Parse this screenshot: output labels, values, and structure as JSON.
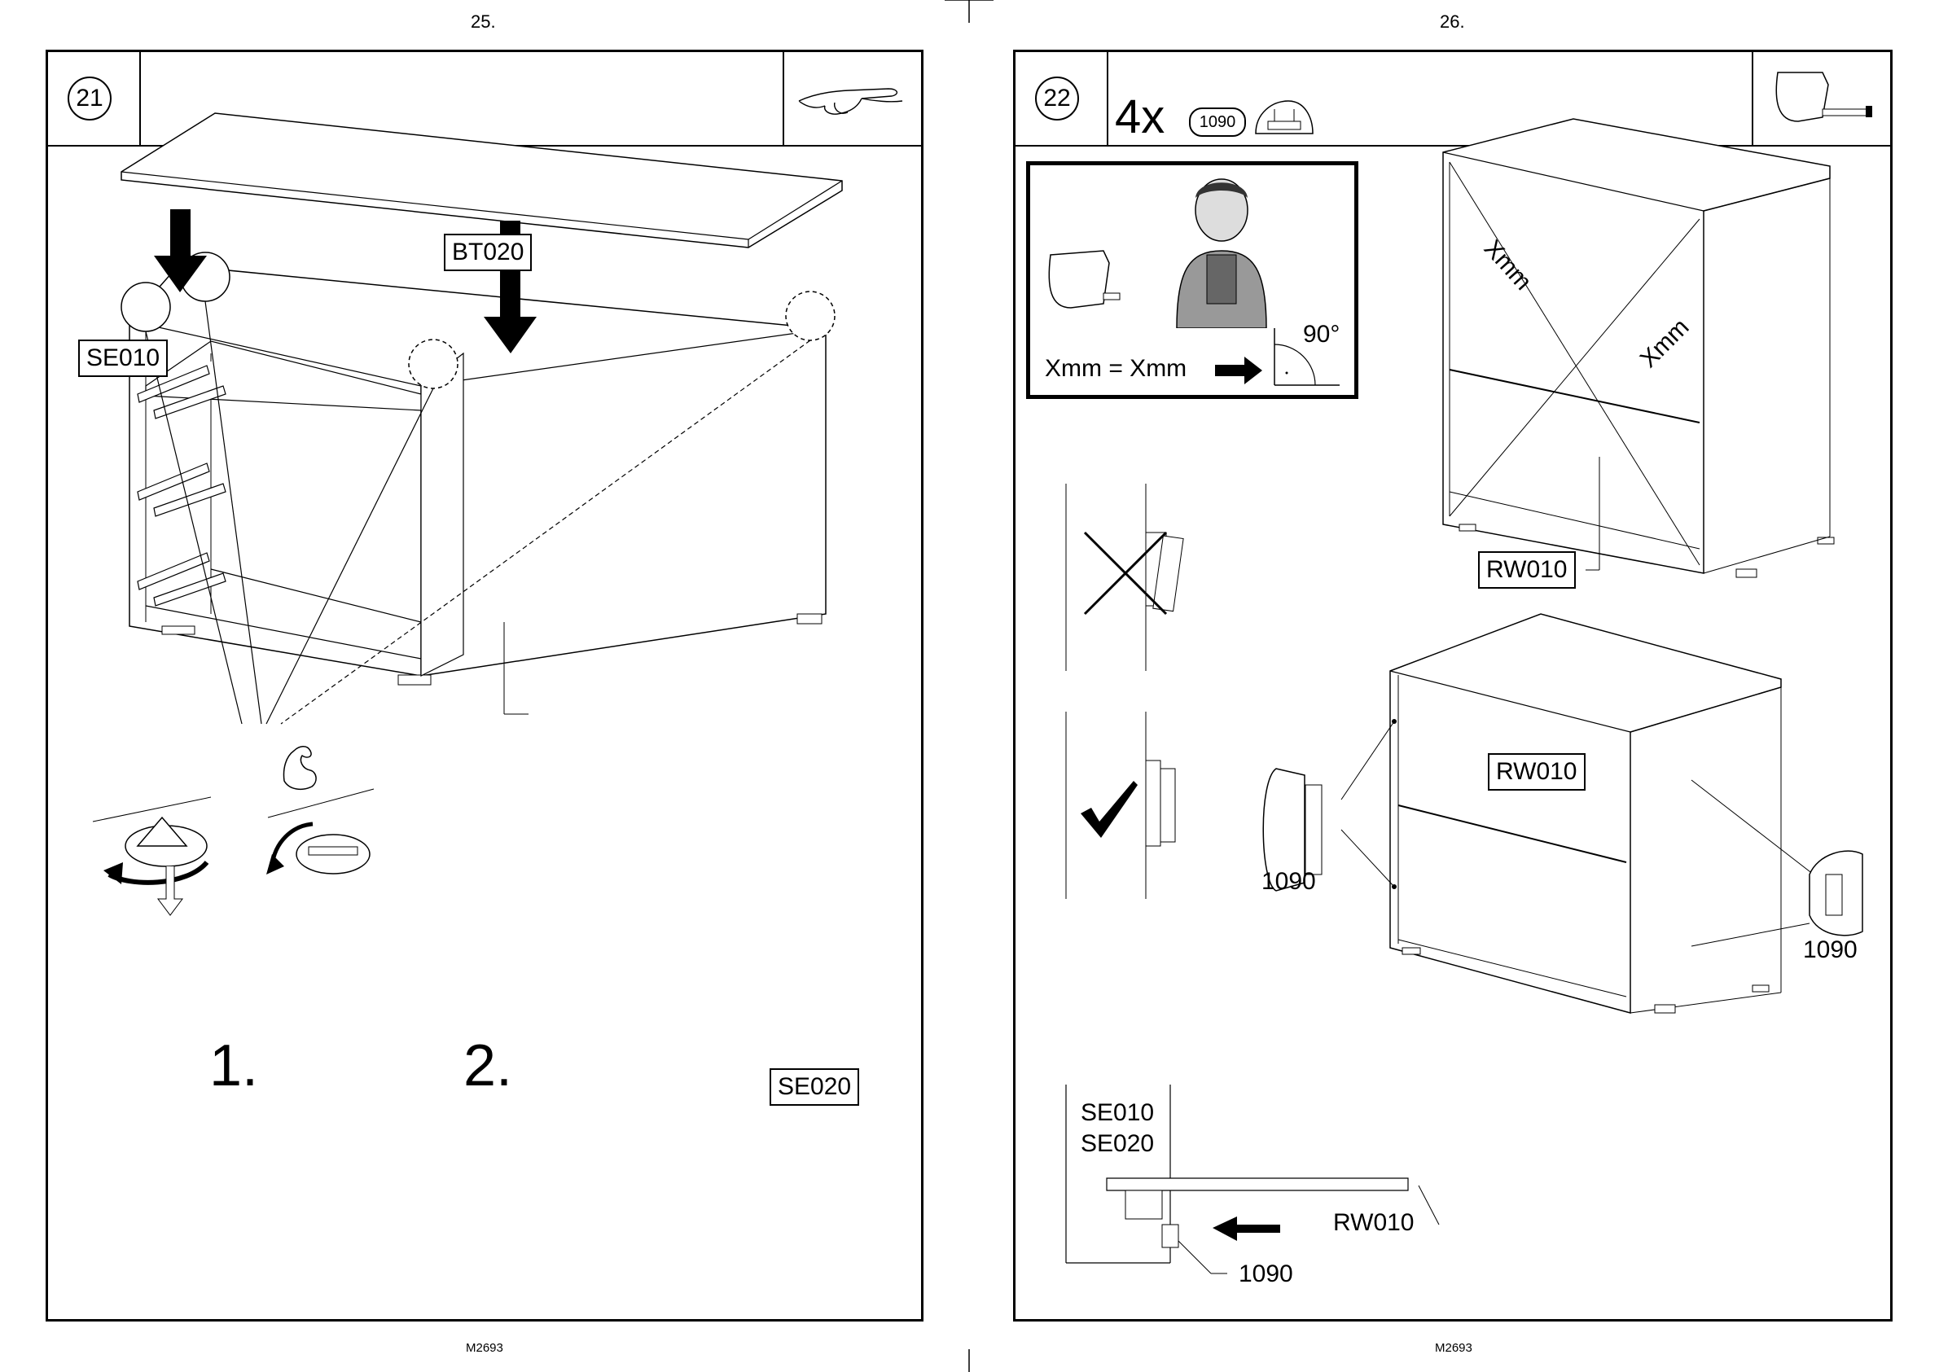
{
  "pages": {
    "left": {
      "number": "25.",
      "code": "M2693"
    },
    "right": {
      "number": "26.",
      "code": "M2693"
    }
  },
  "step21": {
    "number": "21",
    "labels": {
      "top_panel": "BT020",
      "left_side": "SE010",
      "right_side": "SE020"
    },
    "sub_steps": {
      "first": "1.",
      "second": "2."
    },
    "icons": {
      "header": "pointing-hand-icon",
      "strength": "flexed-arm-icon"
    }
  },
  "step22": {
    "number": "22",
    "quantity": "4x",
    "part_code": "1090",
    "measure_box": {
      "equation": "Xmm = Xmm",
      "angle": "90°"
    },
    "diagonals": {
      "left": "Xmm",
      "right": "Xmm"
    },
    "labels": {
      "back_panel_top": "RW010",
      "back_panel_mid": "RW010",
      "fitting_left": "1090",
      "fitting_right": "1090",
      "detail_sides_1": "SE010",
      "detail_sides_2": "SE020",
      "detail_back": "RW010",
      "detail_fitting": "1090"
    },
    "icons": {
      "header": "tape-measure-icon",
      "wrong": "cross-icon",
      "right": "check-icon"
    }
  }
}
